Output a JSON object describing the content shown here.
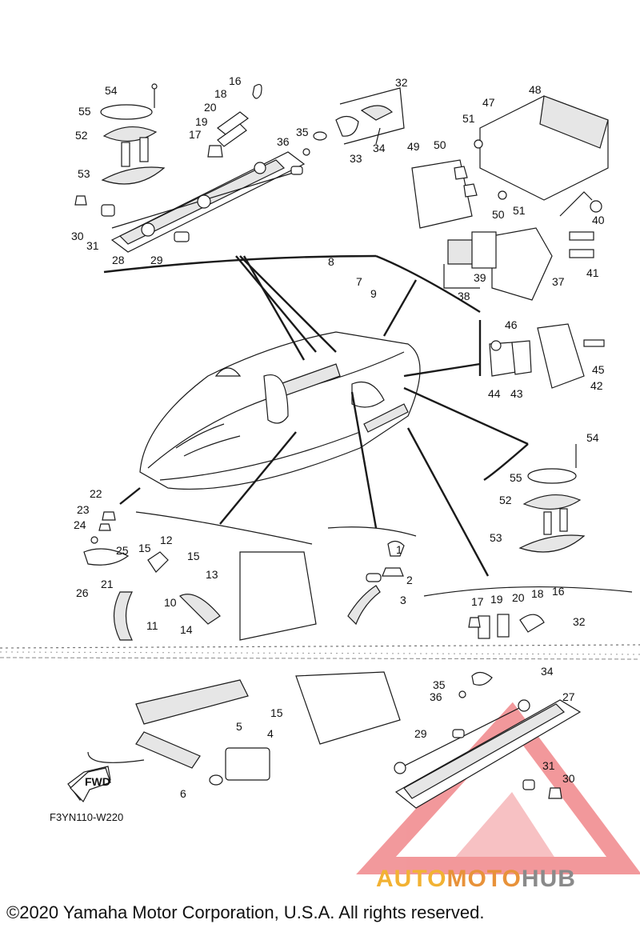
{
  "diagram": {
    "ref_code": "F3YN110-W220",
    "copyright": "©2020 Yamaha Motor Corporation, U.S.A. All rights reserved.",
    "fwd_label": "FWD",
    "part_numbers": [
      "1",
      "2",
      "3",
      "4",
      "5",
      "6",
      "8",
      "7",
      "9",
      "10",
      "11",
      "12",
      "13",
      "14",
      "15",
      "15",
      "15",
      "16",
      "16",
      "17",
      "17",
      "18",
      "18",
      "19",
      "19",
      "20",
      "20",
      "21",
      "22",
      "23",
      "24",
      "25",
      "26",
      "27",
      "28",
      "29",
      "29",
      "30",
      "30",
      "31",
      "31",
      "32",
      "32",
      "33",
      "34",
      "34",
      "35",
      "35",
      "36",
      "36",
      "37",
      "38",
      "39",
      "40",
      "41",
      "42",
      "43",
      "44",
      "45",
      "46",
      "47",
      "48",
      "49",
      "50",
      "50",
      "51",
      "51",
      "52",
      "52",
      "53",
      "53",
      "54",
      "54",
      "55",
      "55"
    ]
  },
  "watermark": {
    "part1": "AUTO",
    "part2": "MOTO",
    "part3": "HUB",
    "colors": {
      "triangle": "#e8454a",
      "auto": "#f2b233",
      "moto": "#e8923a",
      "hub": "#8a8a8a"
    }
  }
}
